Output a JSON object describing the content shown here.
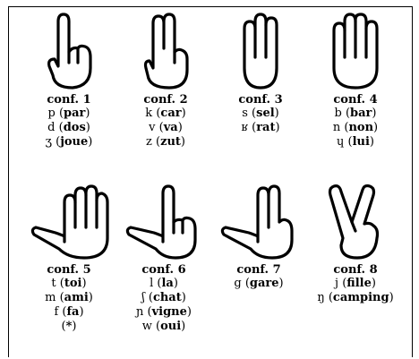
{
  "configs": [
    {
      "title": "conf. 1",
      "items": [
        {
          "ipa": "p",
          "word": "par"
        },
        {
          "ipa": "d",
          "word": "dos"
        },
        {
          "ipa": "ʒ",
          "word": "joue"
        }
      ]
    },
    {
      "title": "conf. 2",
      "items": [
        {
          "ipa": "k",
          "word": "car"
        },
        {
          "ipa": "v",
          "word": "va"
        },
        {
          "ipa": "z",
          "word": "zut"
        }
      ]
    },
    {
      "title": "conf. 3",
      "items": [
        {
          "ipa": "s",
          "word": "sel"
        },
        {
          "ipa": "ʁ",
          "word": "rat"
        }
      ]
    },
    {
      "title": "conf. 4",
      "items": [
        {
          "ipa": "b",
          "word": "bar"
        },
        {
          "ipa": "n",
          "word": "non"
        },
        {
          "ipa": "ɥ",
          "word": "lui"
        }
      ]
    },
    {
      "title": "conf. 5",
      "items": [
        {
          "ipa": "t",
          "word": "toi"
        },
        {
          "ipa": "m",
          "word": "ami"
        },
        {
          "ipa": "f",
          "word": "fa"
        },
        {
          "ipa": "",
          "word": "*"
        }
      ]
    },
    {
      "title": "conf. 6",
      "items": [
        {
          "ipa": "l",
          "word": "la"
        },
        {
          "ipa": "ʃ",
          "word": "chat"
        },
        {
          "ipa": "ɲ",
          "word": "vigne"
        },
        {
          "ipa": "w",
          "word": "oui"
        }
      ]
    },
    {
      "title": "conf. 7",
      "items": [
        {
          "ipa": "g",
          "word": "gare"
        }
      ]
    },
    {
      "title": "conf. 8",
      "items": [
        {
          "ipa": "j",
          "word": "fille"
        },
        {
          "ipa": "ŋ",
          "word": "camping"
        }
      ]
    }
  ]
}
